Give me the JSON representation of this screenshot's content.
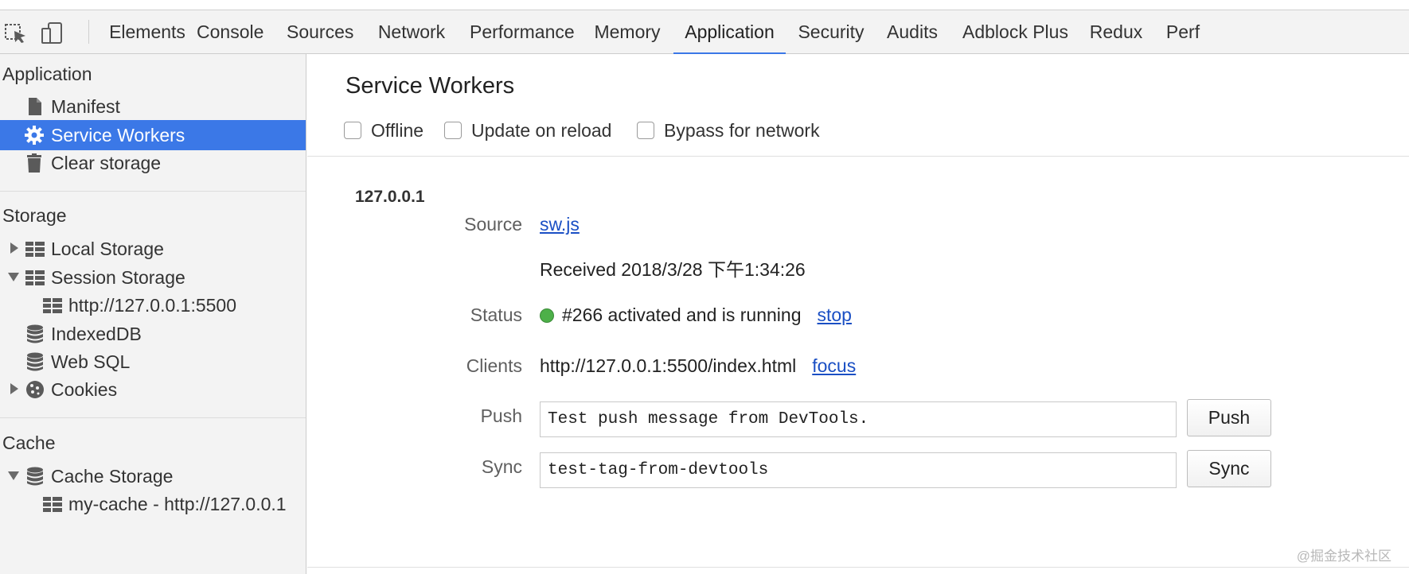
{
  "toolbar": {
    "tabs": [
      {
        "label": "Elements"
      },
      {
        "label": "Console"
      },
      {
        "label": "Sources"
      },
      {
        "label": "Network"
      },
      {
        "label": "Performance"
      },
      {
        "label": "Memory"
      },
      {
        "label": "Application",
        "active": true
      },
      {
        "label": "Security"
      },
      {
        "label": "Audits"
      },
      {
        "label": "Adblock Plus"
      },
      {
        "label": "Redux"
      },
      {
        "label": "Perf"
      }
    ],
    "accent_color": "#3b78e7"
  },
  "sidebar": {
    "sections": [
      {
        "title": "Application"
      },
      {
        "title": "Storage"
      },
      {
        "title": "Cache"
      }
    ],
    "items": [
      {
        "label": "Manifest",
        "icon": "document-icon"
      },
      {
        "label": "Service Workers",
        "icon": "gear-icon",
        "selected": true
      },
      {
        "label": "Clear storage",
        "icon": "trash-icon"
      },
      {
        "label": "Local Storage",
        "icon": "grid-icon",
        "expander": "collapsed"
      },
      {
        "label": "Session Storage",
        "icon": "grid-icon",
        "expander": "expanded"
      },
      {
        "label": "http://127.0.0.1:5500",
        "icon": "grid-icon"
      },
      {
        "label": "IndexedDB",
        "icon": "database-icon"
      },
      {
        "label": "Web SQL",
        "icon": "database-icon"
      },
      {
        "label": "Cookies",
        "icon": "cookie-icon",
        "expander": "collapsed"
      },
      {
        "label": "Cache Storage",
        "icon": "database-icon",
        "expander": "expanded"
      },
      {
        "label": "my-cache - http://127.0.0.1",
        "icon": "grid-icon"
      }
    ],
    "selected_color": "#3b78e7"
  },
  "main": {
    "title": "Service Workers",
    "options": [
      {
        "label": "Offline",
        "checked": false
      },
      {
        "label": "Update on reload",
        "checked": false
      },
      {
        "label": "Bypass for network",
        "checked": false
      }
    ],
    "origin": "127.0.0.1",
    "source": {
      "label": "Source",
      "link": "sw.js",
      "received": "Received 2018/3/28 下午1:34:26"
    },
    "status": {
      "label": "Status",
      "text": "#266 activated and is running",
      "action": "stop",
      "indicator_color": "#4db049"
    },
    "clients": {
      "label": "Clients",
      "url": "http://127.0.0.1:5500/index.html",
      "action": "focus"
    },
    "push": {
      "label": "Push",
      "value": "Test push message from DevTools.",
      "button": "Push"
    },
    "sync": {
      "label": "Sync",
      "value": "test-tag-from-devtools",
      "button": "Sync"
    }
  },
  "watermark": "@掘金技术社区"
}
